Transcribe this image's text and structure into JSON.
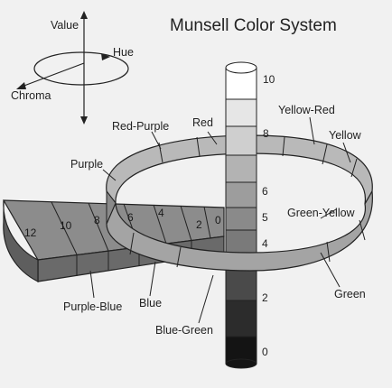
{
  "title": "Munsell Color System",
  "axes_key": {
    "value": "Value",
    "hue": "Hue",
    "chroma": "Chroma"
  },
  "hue_labels": {
    "red_purple": "Red-Purple",
    "red": "Red",
    "yellow_red": "Yellow-Red",
    "yellow": "Yellow",
    "purple": "Purple",
    "green_yellow": "Green-Yellow",
    "green": "Green",
    "purple_blue": "Purple-Blue",
    "blue": "Blue",
    "blue_green": "Blue-Green"
  },
  "value_ticks": [
    "10",
    "8",
    "6",
    "5",
    "4",
    "2",
    "0"
  ],
  "chroma_ticks": [
    "12",
    "10",
    "8",
    "6",
    "4",
    "2",
    "0"
  ],
  "colors": {
    "background": "#f1f1f1",
    "ink": "#222222",
    "ring_top": "#bdbdbd",
    "ring_side": "#9a9a9a",
    "wedge_top": "#8a8a8a",
    "wedge_side": "#6e6e6e"
  }
}
